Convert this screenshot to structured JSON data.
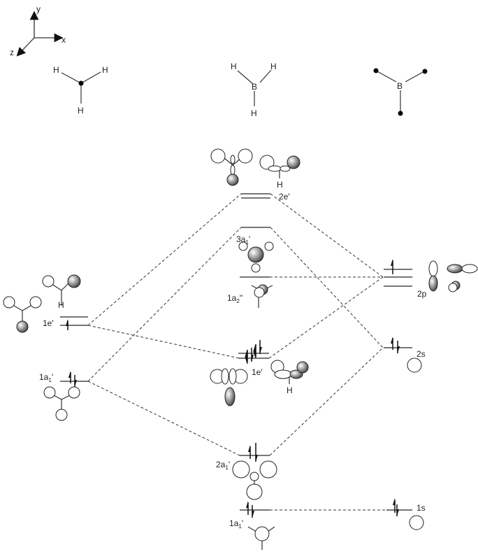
{
  "axes": {
    "x": "x",
    "y": "y",
    "z": "z"
  },
  "fragments": {
    "left": {
      "atoms": [
        "H",
        "H",
        "H"
      ],
      "description": "H3 fragment"
    },
    "middle": {
      "central": "B",
      "atoms": [
        "H",
        "H",
        "H"
      ],
      "description": "BH3 molecule"
    },
    "right": {
      "central": "B",
      "description": "B with ligand points"
    }
  },
  "levels": {
    "left_1e": {
      "label": "1e'",
      "electrons": 1
    },
    "left_1a1": {
      "label": "1a",
      "sub": "1",
      "prime": "'",
      "electrons": 2
    },
    "mid_2e": {
      "label": "2e'",
      "electrons": 0
    },
    "mid_3a1": {
      "label": "3a",
      "sub": "1",
      "prime": "'",
      "electrons": 0
    },
    "mid_1a2": {
      "label": "1a",
      "sub": "2",
      "prime": "\"",
      "electrons": 0
    },
    "mid_1e": {
      "label": "1e'",
      "electrons": 4
    },
    "mid_2a1": {
      "label": "2a",
      "sub": "1",
      "prime": "'",
      "electrons": 2
    },
    "mid_1a1": {
      "label": "1a",
      "sub": "1",
      "prime": "'",
      "electrons": 2
    },
    "right_2p": {
      "label": "2p",
      "electrons": 1
    },
    "right_2s": {
      "label": "2s",
      "electrons": 2
    },
    "right_1s": {
      "label": "1s",
      "electrons": 2
    }
  },
  "orbital_lobe_label": "H"
}
